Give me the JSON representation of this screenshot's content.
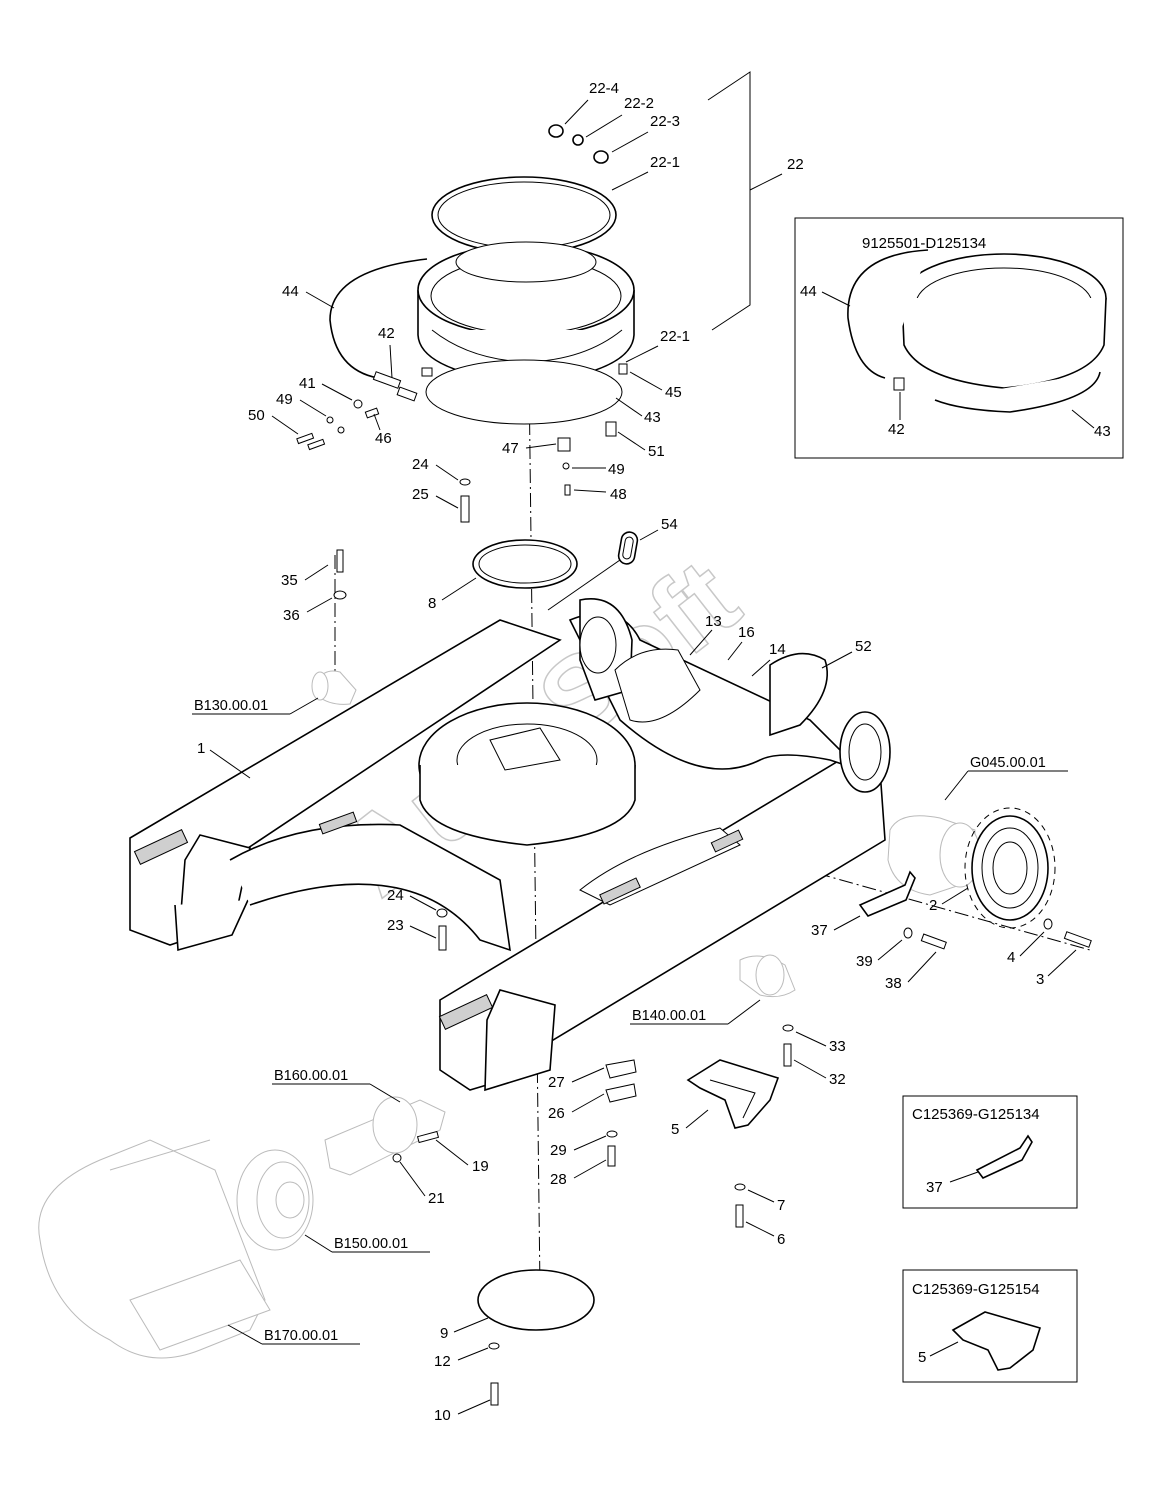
{
  "watermark": "AutoSoft",
  "inset_boxes": {
    "slewing_ring": "9125501-D125134",
    "guard_37": "C125369-G125134",
    "bracket_5": "C125369-G125154"
  },
  "assembly_refs": {
    "upper_roller": "B130.00.01",
    "lower_roller": "B140.00.01",
    "idler_tensioner": "B160.00.01",
    "idler": "B150.00.01",
    "track": "B170.00.01",
    "travel_motor": "G045.00.01"
  },
  "callouts": {
    "c22_4": "22-4",
    "c22_2": "22-2",
    "c22_3": "22-3",
    "c22_1a": "22-1",
    "c22": "22",
    "c44": "44",
    "c42": "42",
    "c22_1b": "22-1",
    "c41": "41",
    "c45": "45",
    "c49a": "49",
    "c50": "50",
    "c46": "46",
    "c43": "43",
    "c47": "47",
    "c51": "51",
    "c49b": "49",
    "c24a": "24",
    "c48": "48",
    "c25": "25",
    "c54": "54",
    "c35": "35",
    "c8": "8",
    "c36": "36",
    "c13": "13",
    "c16": "16",
    "c14": "14",
    "c52": "52",
    "c1": "1",
    "c24b": "24",
    "c23": "23",
    "c2": "2",
    "c37": "37",
    "c39": "39",
    "c4": "4",
    "c38": "38",
    "c3": "3",
    "c33": "33",
    "c32": "32",
    "c27": "27",
    "c26": "26",
    "c5": "5",
    "c29": "29",
    "c19": "19",
    "c28": "28",
    "c21": "21",
    "c7": "7",
    "c6": "6",
    "c9": "9",
    "c12": "12",
    "c10": "10",
    "i44": "44",
    "i42": "42",
    "i43": "43",
    "i37": "37",
    "i5": "5"
  }
}
